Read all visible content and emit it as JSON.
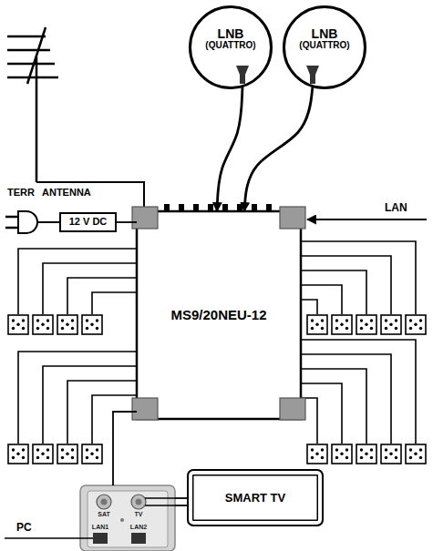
{
  "diagram": {
    "nodes": [
      {
        "text": [
          "LNB",
          "(QUATTRO)"
        ]
      },
      {
        "text": [
          "LNB",
          "(QUATTRO)"
        ]
      },
      {
        "text": [
          "12 V DC"
        ]
      },
      {
        "text": [
          "MS9/20NEU-12"
        ]
      },
      {
        "text": [
          "SAT",
          "TV",
          "LAN1",
          "LAN2"
        ]
      },
      {
        "text": [
          "SMART TV"
        ]
      }
    ],
    "edges": [
      {
        "from": 0,
        "to": 3,
        "arrow": "to"
      },
      {
        "from": 1,
        "to": 3,
        "arrow": "to"
      },
      {
        "from": 2,
        "to": 3,
        "arrow": "none"
      },
      {
        "from": 3,
        "to": 4,
        "arrow": "none"
      },
      {
        "from": 4,
        "to": 5,
        "arrow": "none"
      },
      {
        "from": 4,
        "to": 5,
        "arrow": "none"
      }
    ],
    "labels": [
      "TERR",
      "ANTENNA",
      "LAN",
      "PC"
    ]
  }
}
